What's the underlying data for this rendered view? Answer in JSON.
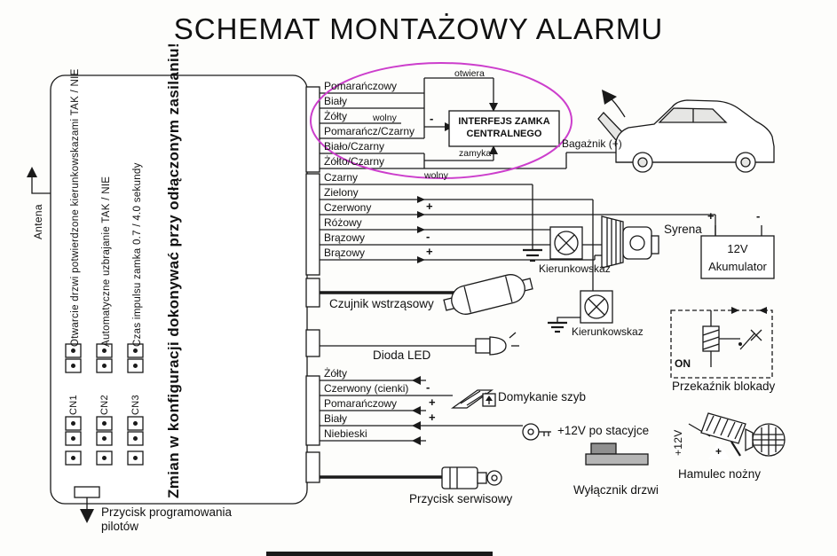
{
  "title": "SCHEMAT MONTAŻOWY ALARMU",
  "control_unit": {
    "antenna": "Antena",
    "warning": "Zmian w konfiguracji dokonywać przy odłączonym zasilaniu!",
    "options": [
      "Otwarcie drzwi potwierdzone kierunkowskazami  TAK / NIE",
      "Automatyczne uzbrajanie TAK / NIE",
      "Czas impulsu zamka 0.7 / 4.0 sekundy"
    ],
    "connectors": [
      "CN1",
      "CN2",
      "CN3"
    ],
    "program_button": "Przycisk programowania pilotów"
  },
  "central_lock": {
    "interface": "INTERFEJS ZAMKA CENTRALNEGO",
    "opens": "otwiera",
    "closes": "zamyka",
    "free": "wolny",
    "wires": [
      "Pomarańczowy",
      "Biały",
      "Żółty",
      "Pomarańcz/Czarny",
      "Biało/Czarny",
      "Żółto/Czarny"
    ]
  },
  "main_wires": [
    "Czarny",
    "Zielony",
    "Czerwony",
    "Różowy",
    "Brązowy",
    "Brązowy"
  ],
  "aux_wires": [
    "Żółty",
    "Czerwony (cienki)",
    "Pomarańczowy",
    "Biały",
    "Niebieski"
  ],
  "components": {
    "trunk": "Bagażnik (+)",
    "siren": "Syrena",
    "battery": {
      "line1": "12V",
      "line2": "Akumulator"
    },
    "turn_signal": "Kierunkowskaz",
    "shock_sensor": "Czujnik wstrząsowy",
    "led": "Dioda LED",
    "relay": "Przekaźnik blokady",
    "relay_on": "ON",
    "windows_closing": "Domykanie szyb",
    "ignition_12v": "+12V po stacyjce",
    "plus_12v": "+12V",
    "foot_brake": "Hamulec nożny",
    "door_switch": "Wyłącznik drzwi",
    "service_button": "Przycisk serwisowy"
  },
  "symbols": {
    "plus": "+",
    "minus": "-"
  },
  "colors": {
    "highlight": "#cc3ecc",
    "line": "#1a1a1a"
  }
}
